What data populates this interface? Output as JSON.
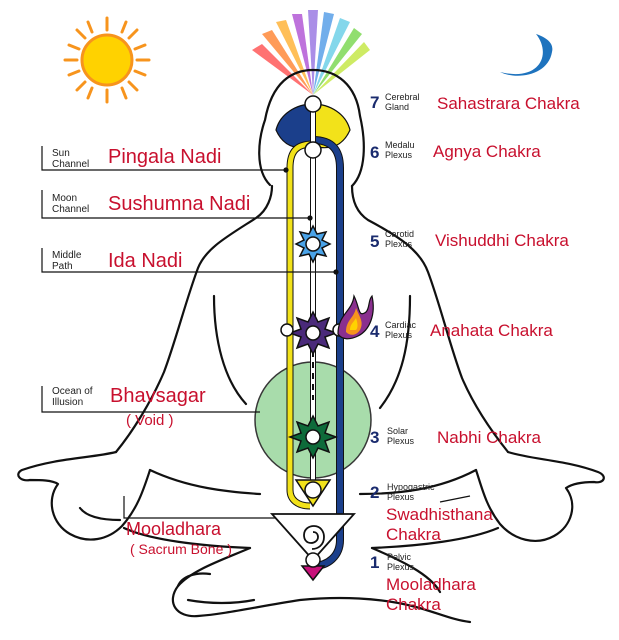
{
  "colors": {
    "ink": "#111111",
    "label_red": "#c8102e",
    "number_navy": "#1a2b6e",
    "sun": "#f7941d",
    "sun_core": "#ffd200",
    "moon": "#1e73be",
    "pingala": "#f2e21a",
    "ida": "#1b3f8b",
    "sushumna": "#ffffff",
    "bhavsagar": "#9fd9a3"
  },
  "icons": [
    "sun-icon",
    "moon-icon",
    "crown-rays-icon",
    "flame-icon",
    "spiral-icon"
  ],
  "nadis": [
    {
      "channel": "Sun Channel",
      "name": "Pingala Nadi"
    },
    {
      "channel": "Moon Channel",
      "name": "Sushumna Nadi"
    },
    {
      "channel": "Middle Path",
      "name": "Ida Nadi"
    }
  ],
  "bhavsagar": {
    "caption": "Ocean of Illusion",
    "name": "Bhavsagar",
    "sub": "( Void )"
  },
  "mooladhara_left": {
    "name": "Mooladhara",
    "sub": "( Sacrum Bone )"
  },
  "chakras": [
    {
      "number": "7",
      "plexus": "Cerebral Gland",
      "name": "Sahastrara Chakra"
    },
    {
      "number": "6",
      "plexus": "Medalu Plexus",
      "name": "Agnya Chakra"
    },
    {
      "number": "5",
      "plexus": "Carotid Plexus",
      "name": "Vishuddhi Chakra"
    },
    {
      "number": "4",
      "plexus": "Cardiac Plexus",
      "name": "Anahata Chakra"
    },
    {
      "number": "3",
      "plexus": "Solar Plexus",
      "name": "Nabhi Chakra"
    },
    {
      "number": "2",
      "plexus": "Hypogastric Plexus",
      "name_line1": "Swadhisthana",
      "name_line2": "Chakra"
    },
    {
      "number": "1",
      "plexus": "Pelvic Plexus",
      "name_line1": "Mooladhara",
      "name_line2": "Chakra"
    }
  ]
}
